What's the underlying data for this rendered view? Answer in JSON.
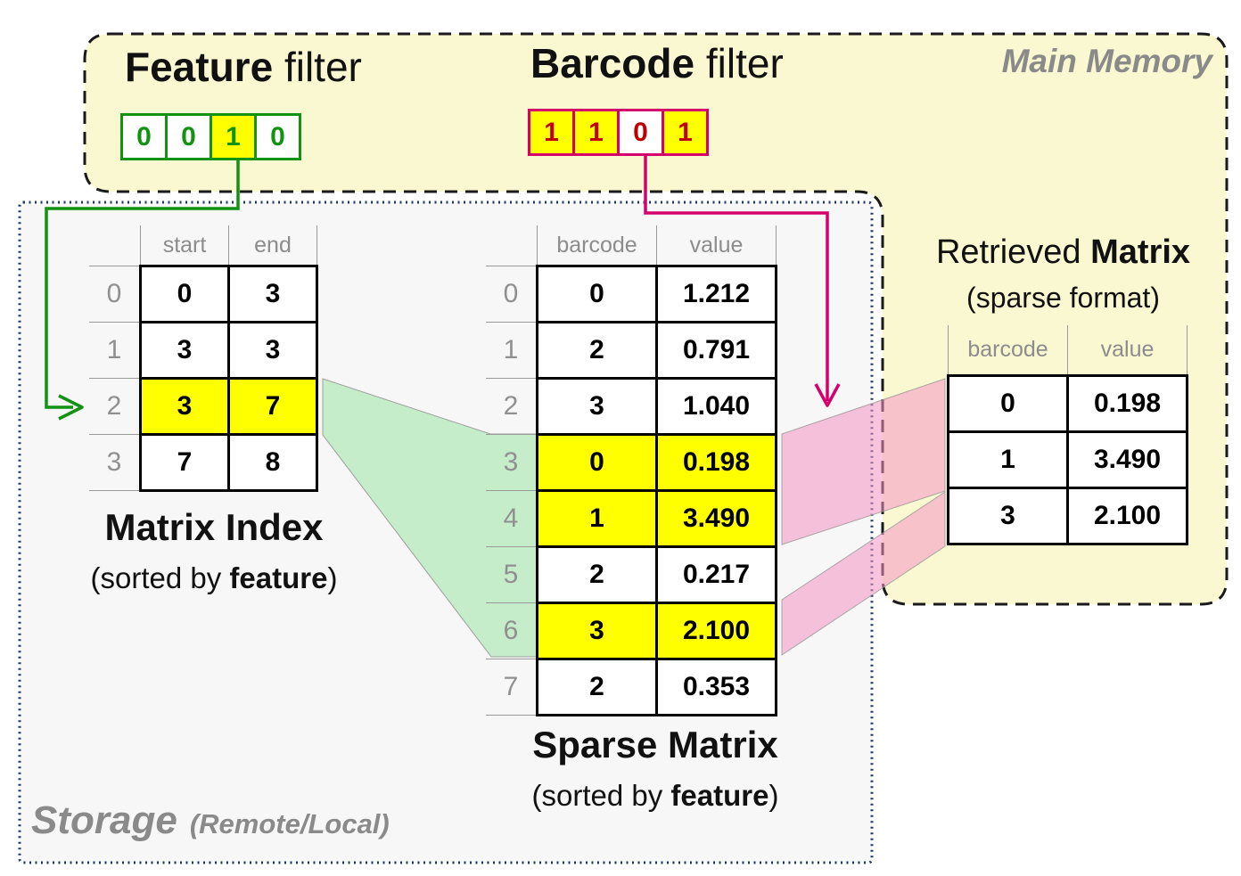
{
  "regions": {
    "main_memory": {
      "label": "Main Memory",
      "bg": "#FAF8D0",
      "border_color": "#1A1A1A"
    },
    "storage": {
      "label": "Storage",
      "label_detail": "(Remote/Local)",
      "bg": "#F7F7F7",
      "border_color": "#1F3864"
    }
  },
  "filters": {
    "feature": {
      "title_bold": "Feature",
      "title_rest": " filter",
      "color": "#129212",
      "cells": [
        {
          "value": "0",
          "highlight": false
        },
        {
          "value": "0",
          "highlight": false
        },
        {
          "value": "1",
          "highlight": true
        },
        {
          "value": "0",
          "highlight": false
        }
      ]
    },
    "barcode": {
      "title_bold": "Barcode",
      "title_rest": " filter",
      "color": "#D5006B",
      "text_color": "#C00000",
      "cells": [
        {
          "value": "1",
          "highlight": true
        },
        {
          "value": "1",
          "highlight": true
        },
        {
          "value": "0",
          "highlight": false
        },
        {
          "value": "1",
          "highlight": true
        }
      ]
    }
  },
  "tables": {
    "matrix_index": {
      "title": "Matrix Index",
      "subtitle_prefix": "(sorted by ",
      "subtitle_bold": "feature",
      "subtitle_suffix": ")",
      "columns": [
        "start",
        "end"
      ],
      "row_indices": [
        "0",
        "1",
        "2",
        "3"
      ],
      "rows": [
        [
          "0",
          "3"
        ],
        [
          "3",
          "3"
        ],
        [
          "3",
          "7"
        ],
        [
          "7",
          "8"
        ]
      ],
      "highlighted_rows": [
        2
      ]
    },
    "sparse_matrix": {
      "title": "Sparse Matrix",
      "subtitle_prefix": "(sorted by ",
      "subtitle_bold": "feature",
      "subtitle_suffix": ")",
      "columns": [
        "barcode",
        "value"
      ],
      "row_indices": [
        "0",
        "1",
        "2",
        "3",
        "4",
        "5",
        "6",
        "7"
      ],
      "rows": [
        [
          "0",
          "1.212"
        ],
        [
          "2",
          "0.791"
        ],
        [
          "3",
          "1.040"
        ],
        [
          "0",
          "0.198"
        ],
        [
          "1",
          "3.490"
        ],
        [
          "2",
          "0.217"
        ],
        [
          "3",
          "2.100"
        ],
        [
          "2",
          "0.353"
        ]
      ],
      "highlighted_rows": [
        3,
        4,
        6
      ]
    },
    "retrieved_matrix": {
      "title_prefix": "Retrieved ",
      "title_bold": "Matrix",
      "subtitle": "(sparse format)",
      "columns": [
        "barcode",
        "value"
      ],
      "rows": [
        [
          "0",
          "0.198"
        ],
        [
          "1",
          "3.490"
        ],
        [
          "3",
          "2.100"
        ]
      ],
      "highlighted_rows": []
    }
  },
  "colors": {
    "highlight_yellow": "#FFFF00",
    "fan_green": "#CDF2CE",
    "band_pink": "#F8C8DC",
    "gray_text": "#8C8C8C"
  }
}
